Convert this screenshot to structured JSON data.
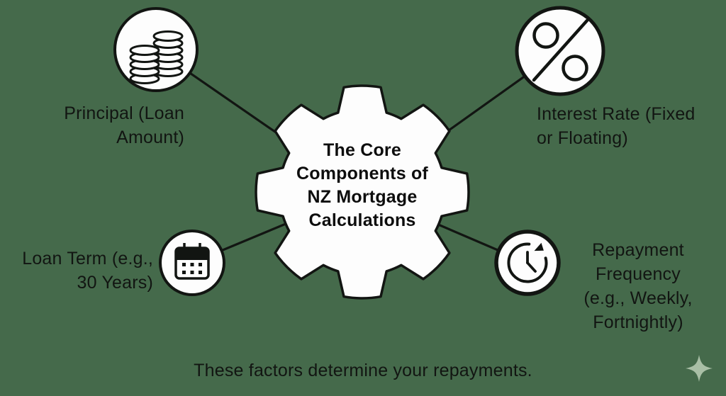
{
  "colors": {
    "background": "#456a4b",
    "ink": "#121512",
    "shape_fill": "#fdfdfd",
    "sparkle": "#a9bfa6"
  },
  "gear": {
    "title": "The Core Components of NZ Mortgage Calculations",
    "title_lines": [
      "The Core",
      "Components of",
      "NZ Mortgage",
      "Calculations"
    ]
  },
  "nodes": {
    "principal": {
      "label": "Principal (Loan Amount)",
      "lines": [
        "Principal (Loan",
        "Amount)"
      ],
      "icon": "coins-icon"
    },
    "interest_rate": {
      "label": "Interest Rate (Fixed or Floating)",
      "lines": [
        "Interest Rate (Fixed",
        "or Floating)"
      ],
      "icon": "percent-icon"
    },
    "loan_term": {
      "label": "Loan Term (e.g., 30 Years)",
      "lines": [
        "Loan Term (e.g.,",
        "30 Years)"
      ],
      "icon": "calendar-icon"
    },
    "repayment_frequency": {
      "label": "Repayment Frequency (e.g., Weekly, Fortnightly)",
      "lines": [
        "Repayment",
        "Frequency",
        "(e.g., Weekly,",
        "Fortnightly)"
      ],
      "icon": "clock-cycle-icon"
    }
  },
  "caption": "These factors determine your repayments.",
  "decorations": {
    "watermark": "sparkle-icon"
  }
}
